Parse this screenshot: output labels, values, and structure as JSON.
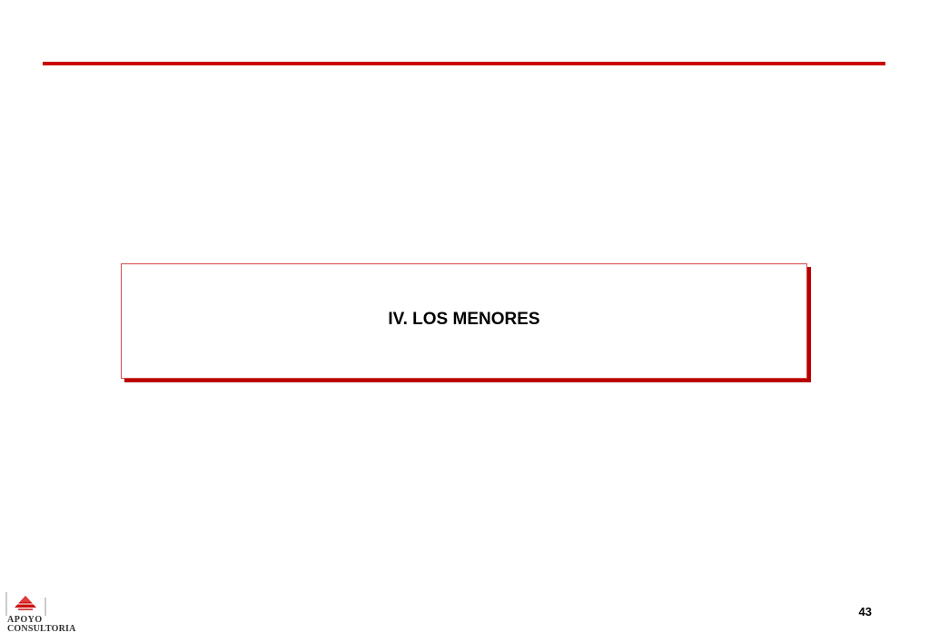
{
  "slide": {
    "section_title": "IV. LOS MENORES",
    "page_number": "43"
  },
  "logo": {
    "line1": "APOYO",
    "line2": "CONSULTORIA",
    "icon": "apoyo-pyramid-icon"
  },
  "colors": {
    "accent": "#cc0000",
    "shadow": "#b80000",
    "text": "#000000"
  }
}
